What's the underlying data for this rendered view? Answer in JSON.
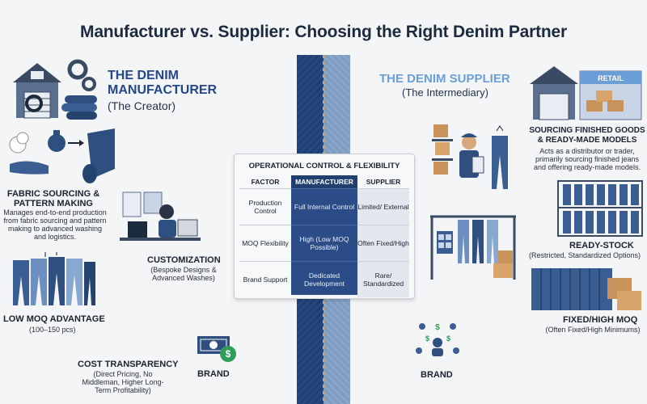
{
  "title": "Manufacturer vs. Supplier: Choosing the Right Denim Partner",
  "manufacturer": {
    "heading_line1": "THE DENIM",
    "heading_line2": "MANUFACTURER",
    "subtitle": "(The Creator)",
    "fabric_title_1": "FABRIC SOURCING &",
    "fabric_title_2": "PATTERN MAKING",
    "fabric_desc": "Manages end-to-end production from fabric sourcing and pattern making to advanced washing and logistics.",
    "custom_title": "CUSTOMIZATION",
    "custom_desc": "(Bespoke Designs & Advanced Washes)",
    "moq_title": "LOW MOQ ADVANTAGE",
    "moq_desc": "(100–150 pcs)",
    "cost_title": "COST TRANSPARENCY",
    "cost_desc": "(Direct Pricing, No Middleman, Higher Long-Term Profitability)",
    "brand_label": "BRAND"
  },
  "supplier": {
    "heading": "THE DENIM SUPPLIER",
    "subtitle": "(The Intermediary)",
    "retail_label": "RETAIL",
    "sourcing_title_1": "SOURCING FINISHED GOODS",
    "sourcing_title_2": "& READY-MADE MODELS",
    "sourcing_desc": "Acts as a distributor or trader, primarily sourcing finished jeans and offering ready-made models.",
    "ready_title": "READY-STOCK",
    "ready_desc": "(Restricted, Standardized Options)",
    "fixed_title": "FIXED/HIGH MOQ",
    "fixed_desc": "(Often Fixed/High Minimums)",
    "brand_label": "BRAND"
  },
  "table": {
    "title": "OPERATIONAL CONTROL & FLEXIBILITY",
    "headers": [
      "FACTOR",
      "MANUFACTURER",
      "SUPPLIER"
    ],
    "rows": [
      {
        "factor": "Production Control",
        "manufacturer": "Full Internal Control",
        "supplier": "Limited/ External"
      },
      {
        "factor": "MOQ Flexibility",
        "manufacturer": "High (Low MOQ Possible)",
        "supplier": "Often Fixed/High"
      },
      {
        "factor": "Brand Support",
        "manufacturer": "Dedicated Development",
        "supplier": "Rare/ Standardized"
      }
    ]
  },
  "colors": {
    "manufacturer_blue": "#24468a",
    "supplier_blue": "#6a9ed6",
    "denim_dark": "#1f3f73",
    "denim_light": "#8aa6c8"
  }
}
